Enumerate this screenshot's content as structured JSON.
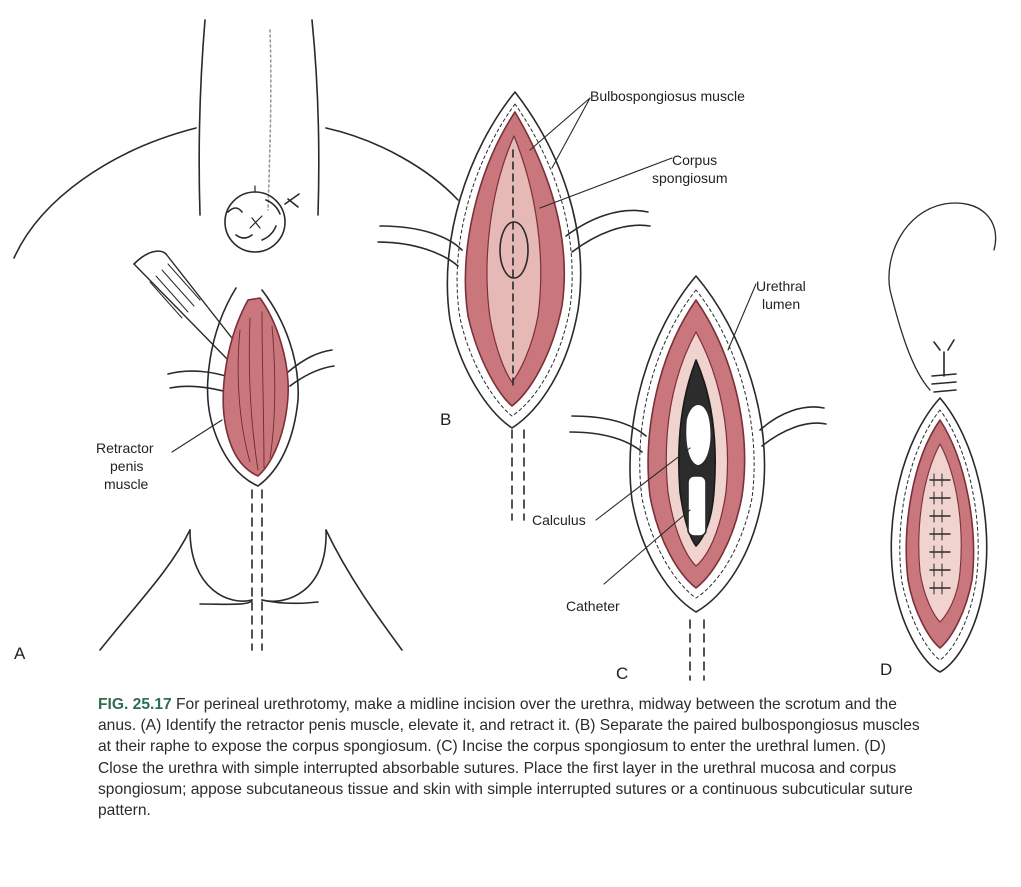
{
  "labels": {
    "bulbospongiosus": "Bulbospongiosus muscle",
    "corpus_1": "Corpus",
    "corpus_2": "spongiosum",
    "urethral_1": "Urethral",
    "urethral_2": "lumen",
    "retractor_1": "Retractor",
    "retractor_2": "penis",
    "retractor_3": "muscle",
    "calculus": "Calculus",
    "catheter": "Catheter"
  },
  "panels": {
    "a": "A",
    "b": "B",
    "c": "C",
    "d": "D"
  },
  "caption": {
    "figure_number": "FIG. 25.17",
    "text": "For perineal urethrotomy, make a midline incision over the urethra, midway between the scrotum and the anus. (A) Identify the retractor penis muscle, elevate it, and retract it. (B) Separate the paired bulbospongiosus muscles at their raphe to expose the corpus spongiosum. (C) Incise the corpus spongiosum to enter the urethral lumen. (D) Close the urethra with simple interrupted absorbable sutures. Place the first layer in the urethral mucosa and corpus spongiosum; appose subcutaneous tissue and skin with simple interrupted sutures or a continuous subcuticular suture pattern."
  },
  "colors": {
    "muscle": "#c9777c",
    "muscle_dark": "#8f3f48",
    "mucosa": "#f0d2cf",
    "caption_figure": "#2f6f4f"
  }
}
